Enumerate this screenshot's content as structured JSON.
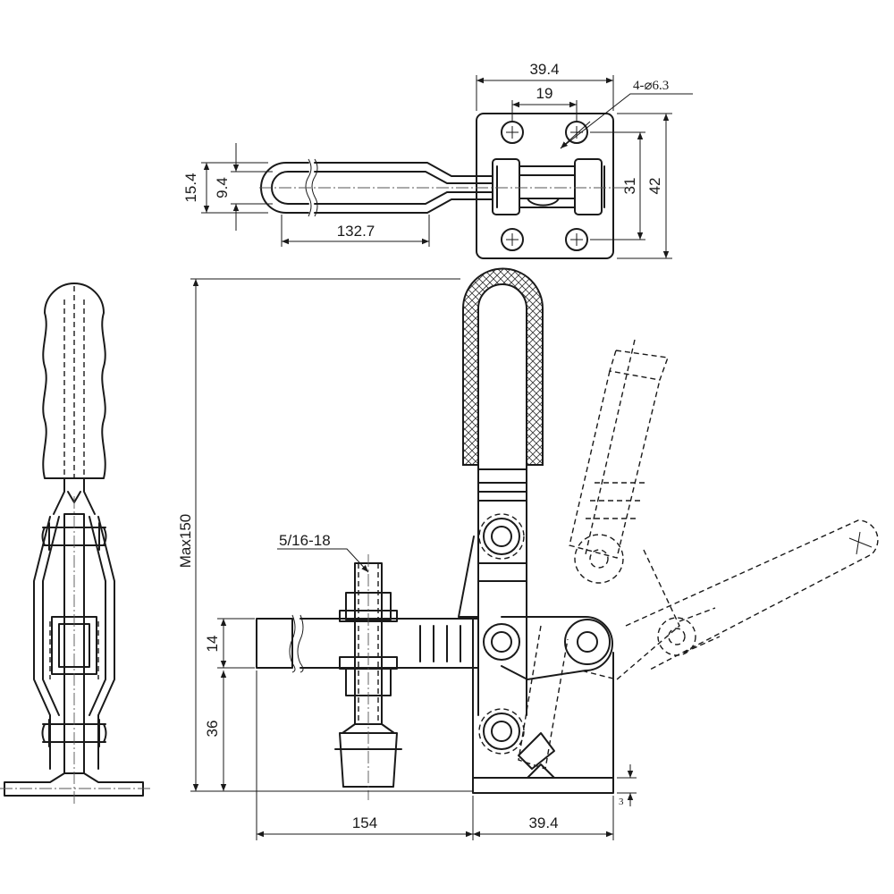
{
  "dimensions": {
    "top_width": "39.4",
    "top_hole_spacing": "19",
    "hole_callout": "4-⌀6.3",
    "handle_outer_width": "15.4",
    "handle_inner_width": "9.4",
    "handle_length": "132.7",
    "base_hole_spacing": "31",
    "base_depth": "42",
    "max_height": "Max150",
    "thread_spec": "5/16-18",
    "bar_thickness": "14",
    "spindle_height": "36",
    "reach": "154",
    "base_width": "39.4",
    "base_thickness": "3"
  }
}
